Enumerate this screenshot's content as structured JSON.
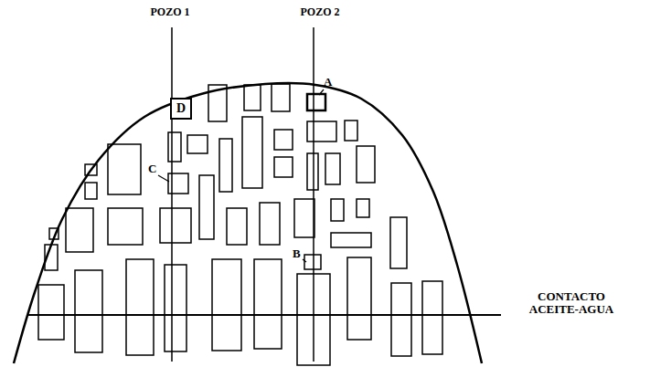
{
  "diagram": {
    "nodes": [
      {
        "text": [
          "D"
        ]
      }
    ],
    "labels": [
      "POZO 1",
      "POZO 2",
      "A",
      "B",
      "C",
      "CONTACTO ACEITE-AGUA"
    ]
  }
}
